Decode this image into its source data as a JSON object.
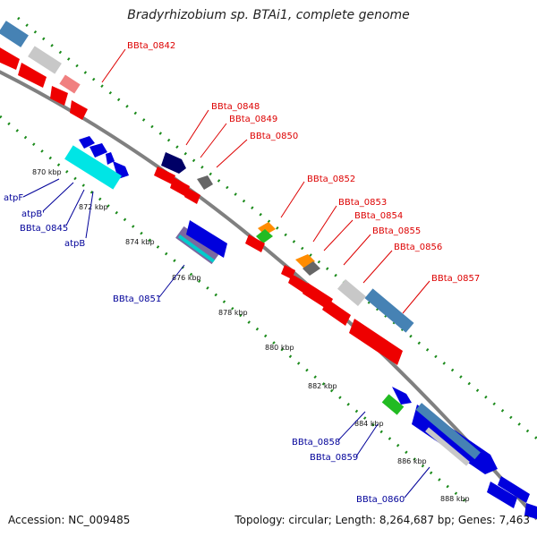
{
  "title": "Bradyrhizobium sp. BTAi1, complete genome",
  "accession": "Accession: NC_009485",
  "topology": "Topology: circular; Length: 8,264,687 bp; Genes: 7,463",
  "ticks": [
    "870 kbp",
    "872 kbp",
    "874 kbp",
    "876 kbp",
    "878 kbp",
    "880 kbp",
    "882 kbp",
    "884 kbp",
    "886 kbp",
    "888 kbp"
  ],
  "forward_labels": [
    "BBta_0842",
    "BBta_0848",
    "BBta_0849",
    "BBta_0850",
    "BBta_0852",
    "BBta_0853",
    "BBta_0854",
    "BBta_0855",
    "BBta_0856",
    "BBta_0857"
  ],
  "reverse_labels": [
    "atpF",
    "atpB'",
    "BBta_0845",
    "atpB",
    "BBta_0851",
    "BBta_0858",
    "BBta_0859",
    "BBta_0860"
  ],
  "colors": {
    "backbone": "#808080",
    "forward_cds": "#ee0000",
    "reverse_cds": "#0000dd",
    "rna": "#4682b4",
    "other": "#c8c8c8",
    "gc_track": "#1a8a1a",
    "forward_label": "#dd0000",
    "reverse_label": "#000099"
  }
}
